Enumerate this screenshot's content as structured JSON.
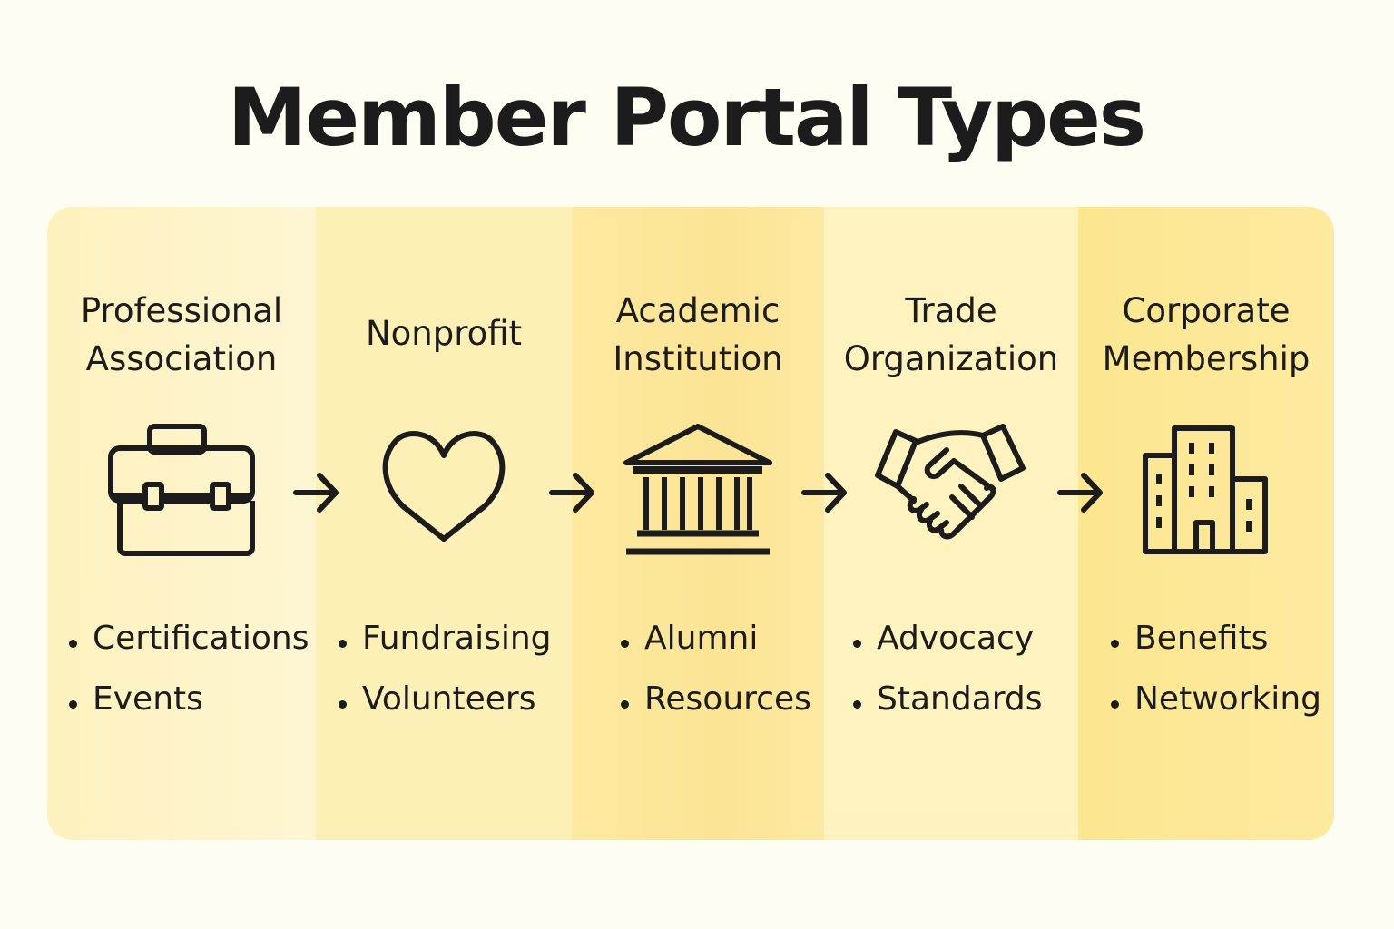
{
  "title": "Member Portal Types",
  "colors": {
    "text": "#1c1c1c",
    "background": "#fefdf1",
    "panel": "#fdeea8"
  },
  "columns": [
    {
      "heading": [
        "Professional",
        "Association"
      ],
      "icon": "briefcase-icon",
      "items": [
        "Certifications",
        "Events"
      ]
    },
    {
      "heading": [
        "Nonprofit"
      ],
      "icon": "heart-icon",
      "items": [
        "Fundraising",
        "Volunteers"
      ]
    },
    {
      "heading": [
        "Academic",
        "Institution"
      ],
      "icon": "institution-icon",
      "items": [
        "Alumni",
        "Resources"
      ]
    },
    {
      "heading": [
        "Trade",
        "Organization"
      ],
      "icon": "handshake-icon",
      "items": [
        "Advocacy",
        "Standards"
      ]
    },
    {
      "heading": [
        "Corporate",
        "Membership"
      ],
      "icon": "building-icon",
      "items": [
        "Benefits",
        "Networking"
      ]
    }
  ]
}
